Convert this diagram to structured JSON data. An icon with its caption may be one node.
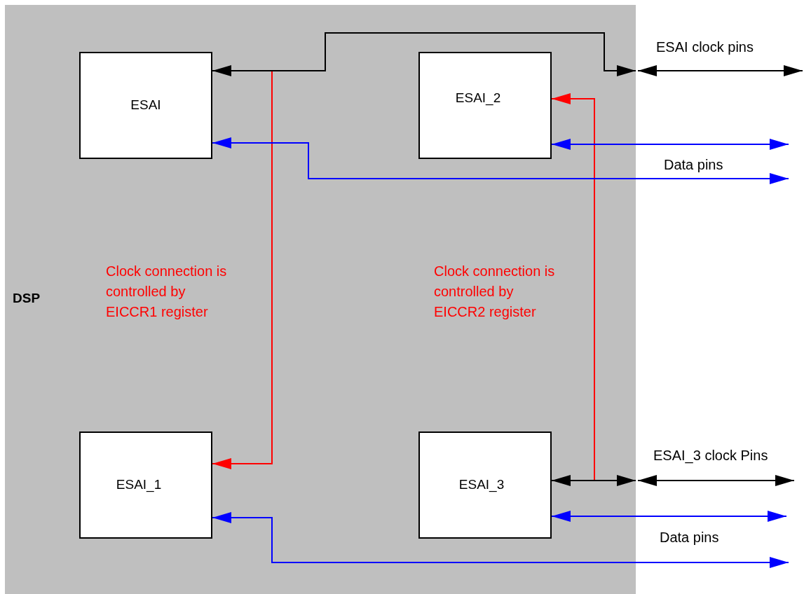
{
  "diagram": {
    "nodes": [
      {
        "text": [
          "DSP"
        ]
      },
      {
        "text": [
          "ESAI"
        ],
        "in": 0
      },
      {
        "text": [
          "ESAI_2"
        ],
        "in": 0
      },
      {
        "text": [
          "ESAI_1"
        ],
        "in": 0
      },
      {
        "text": [
          "ESAI_3"
        ],
        "in": 0
      }
    ],
    "edges": [
      {
        "from": 1,
        "to": 0,
        "arrow": "both"
      },
      {
        "from": 0,
        "to": null,
        "arrow": "both"
      },
      {
        "from": 1,
        "to": 3,
        "arrow": "to",
        "color": "#ff0000"
      },
      {
        "from": 4,
        "to": 2,
        "arrow": "to",
        "color": "#ff0000"
      },
      {
        "from": 4,
        "to": 0,
        "arrow": "both"
      },
      {
        "from": 0,
        "to": null,
        "arrow": "both"
      },
      {
        "from": 1,
        "to": null,
        "arrow": "both",
        "color": "#0000ff"
      },
      {
        "from": 2,
        "to": null,
        "arrow": "both",
        "color": "#0000ff"
      },
      {
        "from": 4,
        "to": null,
        "arrow": "both",
        "color": "#0000ff"
      },
      {
        "from": 3,
        "to": null,
        "arrow": "both",
        "color": "#0000ff"
      }
    ],
    "labels": [
      "ESAI clock pins",
      "Data pins",
      "Clock connection is controlled by EICCR1 register",
      "Clock connection is controlled by EICCR2 register",
      "ESAI_3 clock Pins",
      "Data pins"
    ]
  }
}
